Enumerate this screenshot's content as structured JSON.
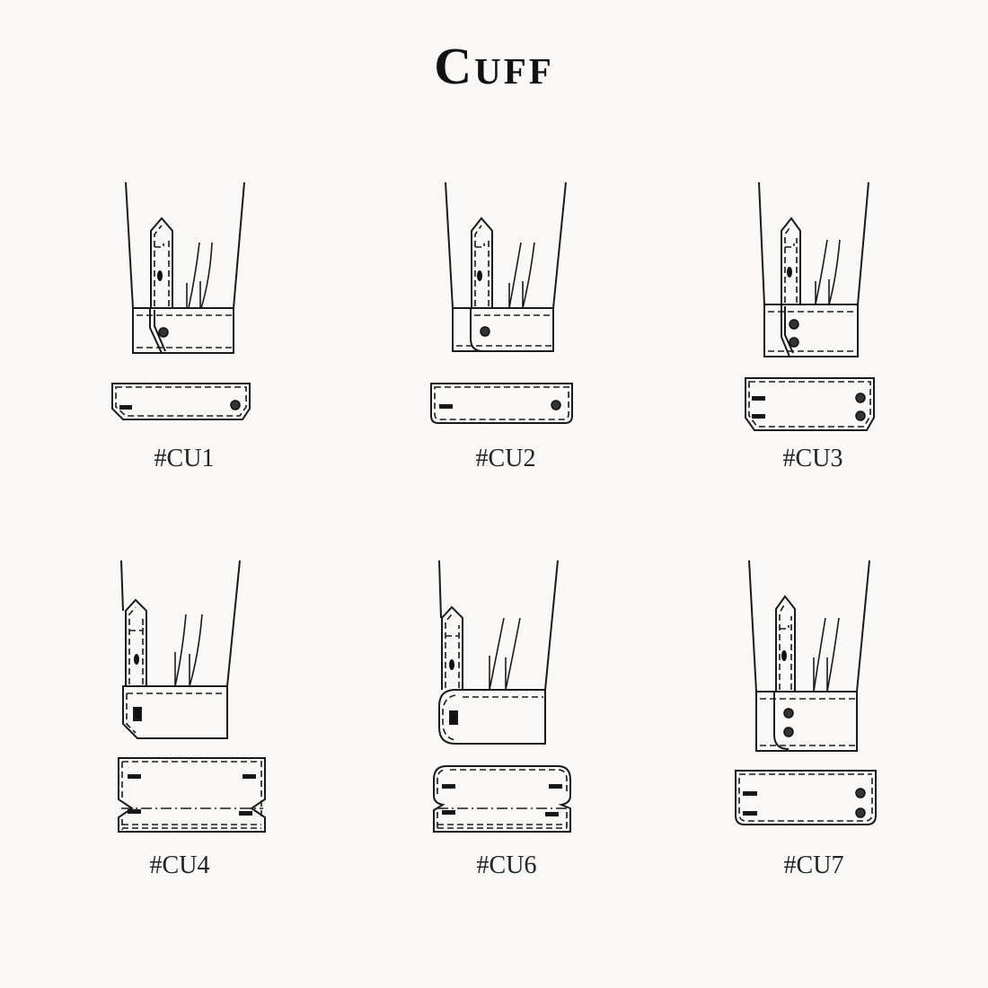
{
  "title": "Cuff",
  "background": "#f9f8f6",
  "line_color": "#1a1a1a",
  "cuffs": [
    {
      "id": "CU1",
      "label": "#CU1",
      "style": "single button, mitered corner",
      "buttons": 1
    },
    {
      "id": "CU2",
      "label": "#CU2",
      "style": "single button, rounded corner",
      "buttons": 1
    },
    {
      "id": "CU3",
      "label": "#CU3",
      "style": "two buttons, mitered corner",
      "buttons": 2
    },
    {
      "id": "CU4",
      "label": "#CU4",
      "style": "french cuff, mitered corner",
      "buttons": 0
    },
    {
      "id": "CU6",
      "label": "#CU6",
      "style": "french cuff, rounded corner",
      "buttons": 0
    },
    {
      "id": "CU7",
      "label": "#CU7",
      "style": "two buttons, rounded corner",
      "buttons": 2
    }
  ]
}
